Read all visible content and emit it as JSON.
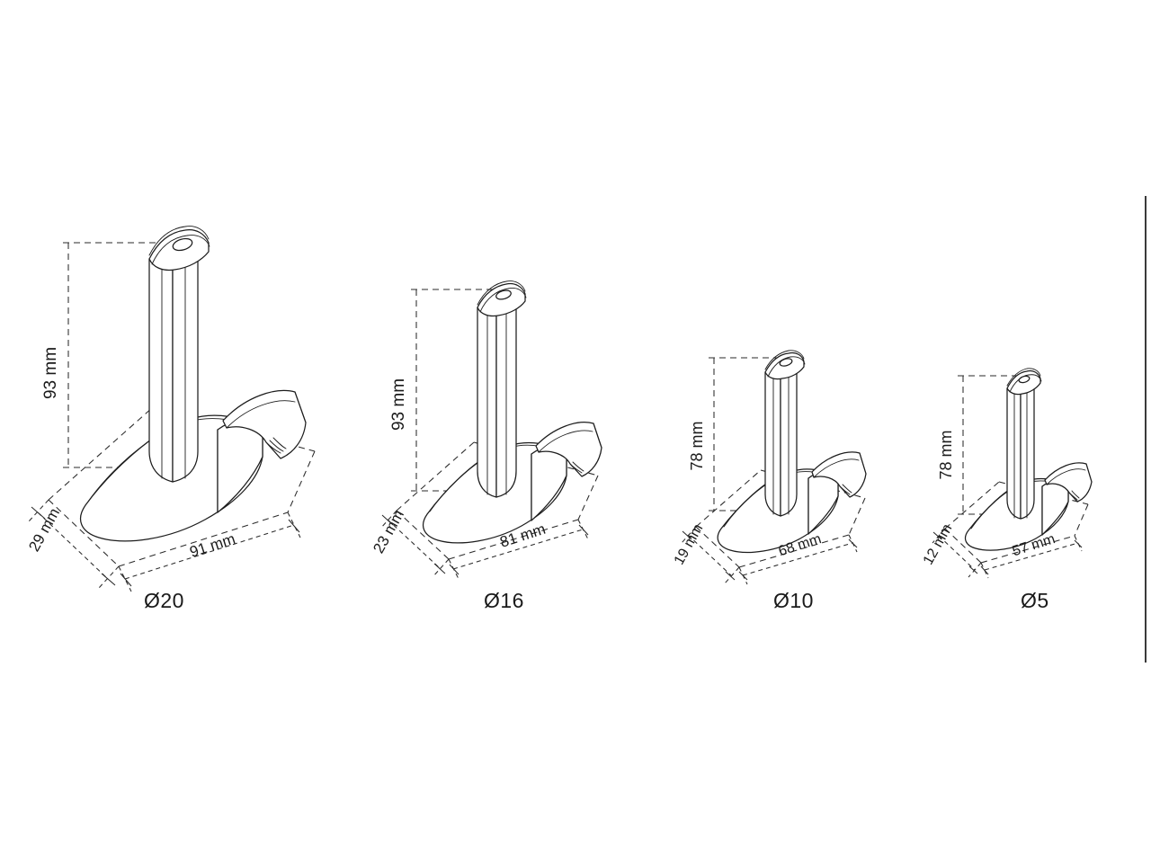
{
  "drawing": {
    "title": "Stand variants dimensioned isometric drawing",
    "background_color": "#ffffff",
    "line_color": "#1d1d1d",
    "dimension_color": "#2a2a2a",
    "unit": "mm"
  },
  "edge_rule": {
    "name": "page-edge-rule",
    "color": "#3a3a3a"
  },
  "variants": [
    {
      "id": "d20",
      "caption": "Ø20",
      "height": "93 mm",
      "length": "91 mm",
      "width": "29 mm"
    },
    {
      "id": "d16",
      "caption": "Ø16",
      "height": "93 mm",
      "length": "81 mm",
      "width": "23 mm"
    },
    {
      "id": "d10",
      "caption": "Ø10",
      "height": "78 mm",
      "length": "68 mm",
      "width": "19 mm"
    },
    {
      "id": "d5",
      "caption": "Ø5",
      "height": "78 mm",
      "length": "57 mm",
      "width": "12 mm"
    }
  ]
}
